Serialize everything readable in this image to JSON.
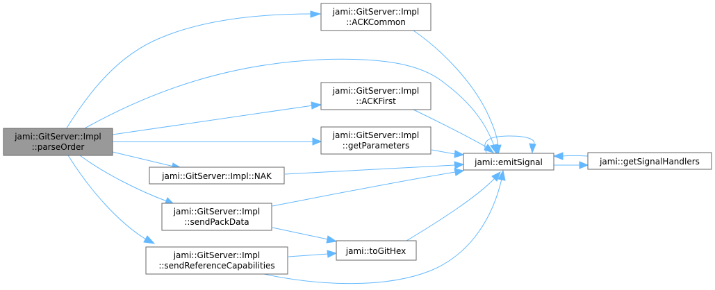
{
  "colors": {
    "node_fill": "#ffffff",
    "root_fill": "#999999",
    "node_stroke": "#666666",
    "edge": "#63b8ff"
  },
  "nodes": {
    "parseOrder": [
      "jami::GitServer::Impl",
      "::parseOrder"
    ],
    "ackCommon": [
      "jami::GitServer::Impl",
      "::ACKCommon"
    ],
    "ackFirst": [
      "jami::GitServer::Impl",
      "::ACKFirst"
    ],
    "getParameters": [
      "jami::GitServer::Impl",
      "::getParameters"
    ],
    "nak": [
      "jami::GitServer::Impl::NAK"
    ],
    "sendPackData": [
      "jami::GitServer::Impl",
      "::sendPackData"
    ],
    "sendRefCaps": [
      "jami::GitServer::Impl",
      "::sendReferenceCapabilities"
    ],
    "emitSignal": [
      "jami::emitSignal"
    ],
    "getSignalHandlers": [
      "jami::getSignalHandlers"
    ],
    "toGitHex": [
      "jami::toGitHex"
    ]
  }
}
